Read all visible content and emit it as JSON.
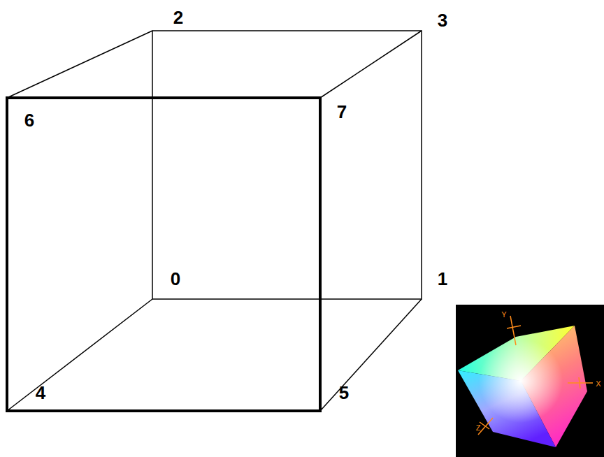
{
  "diagram": {
    "labels": [
      "2",
      "3",
      "6",
      "7",
      "0",
      "1",
      "4",
      "5",
      "Y",
      "X",
      "Z"
    ]
  }
}
